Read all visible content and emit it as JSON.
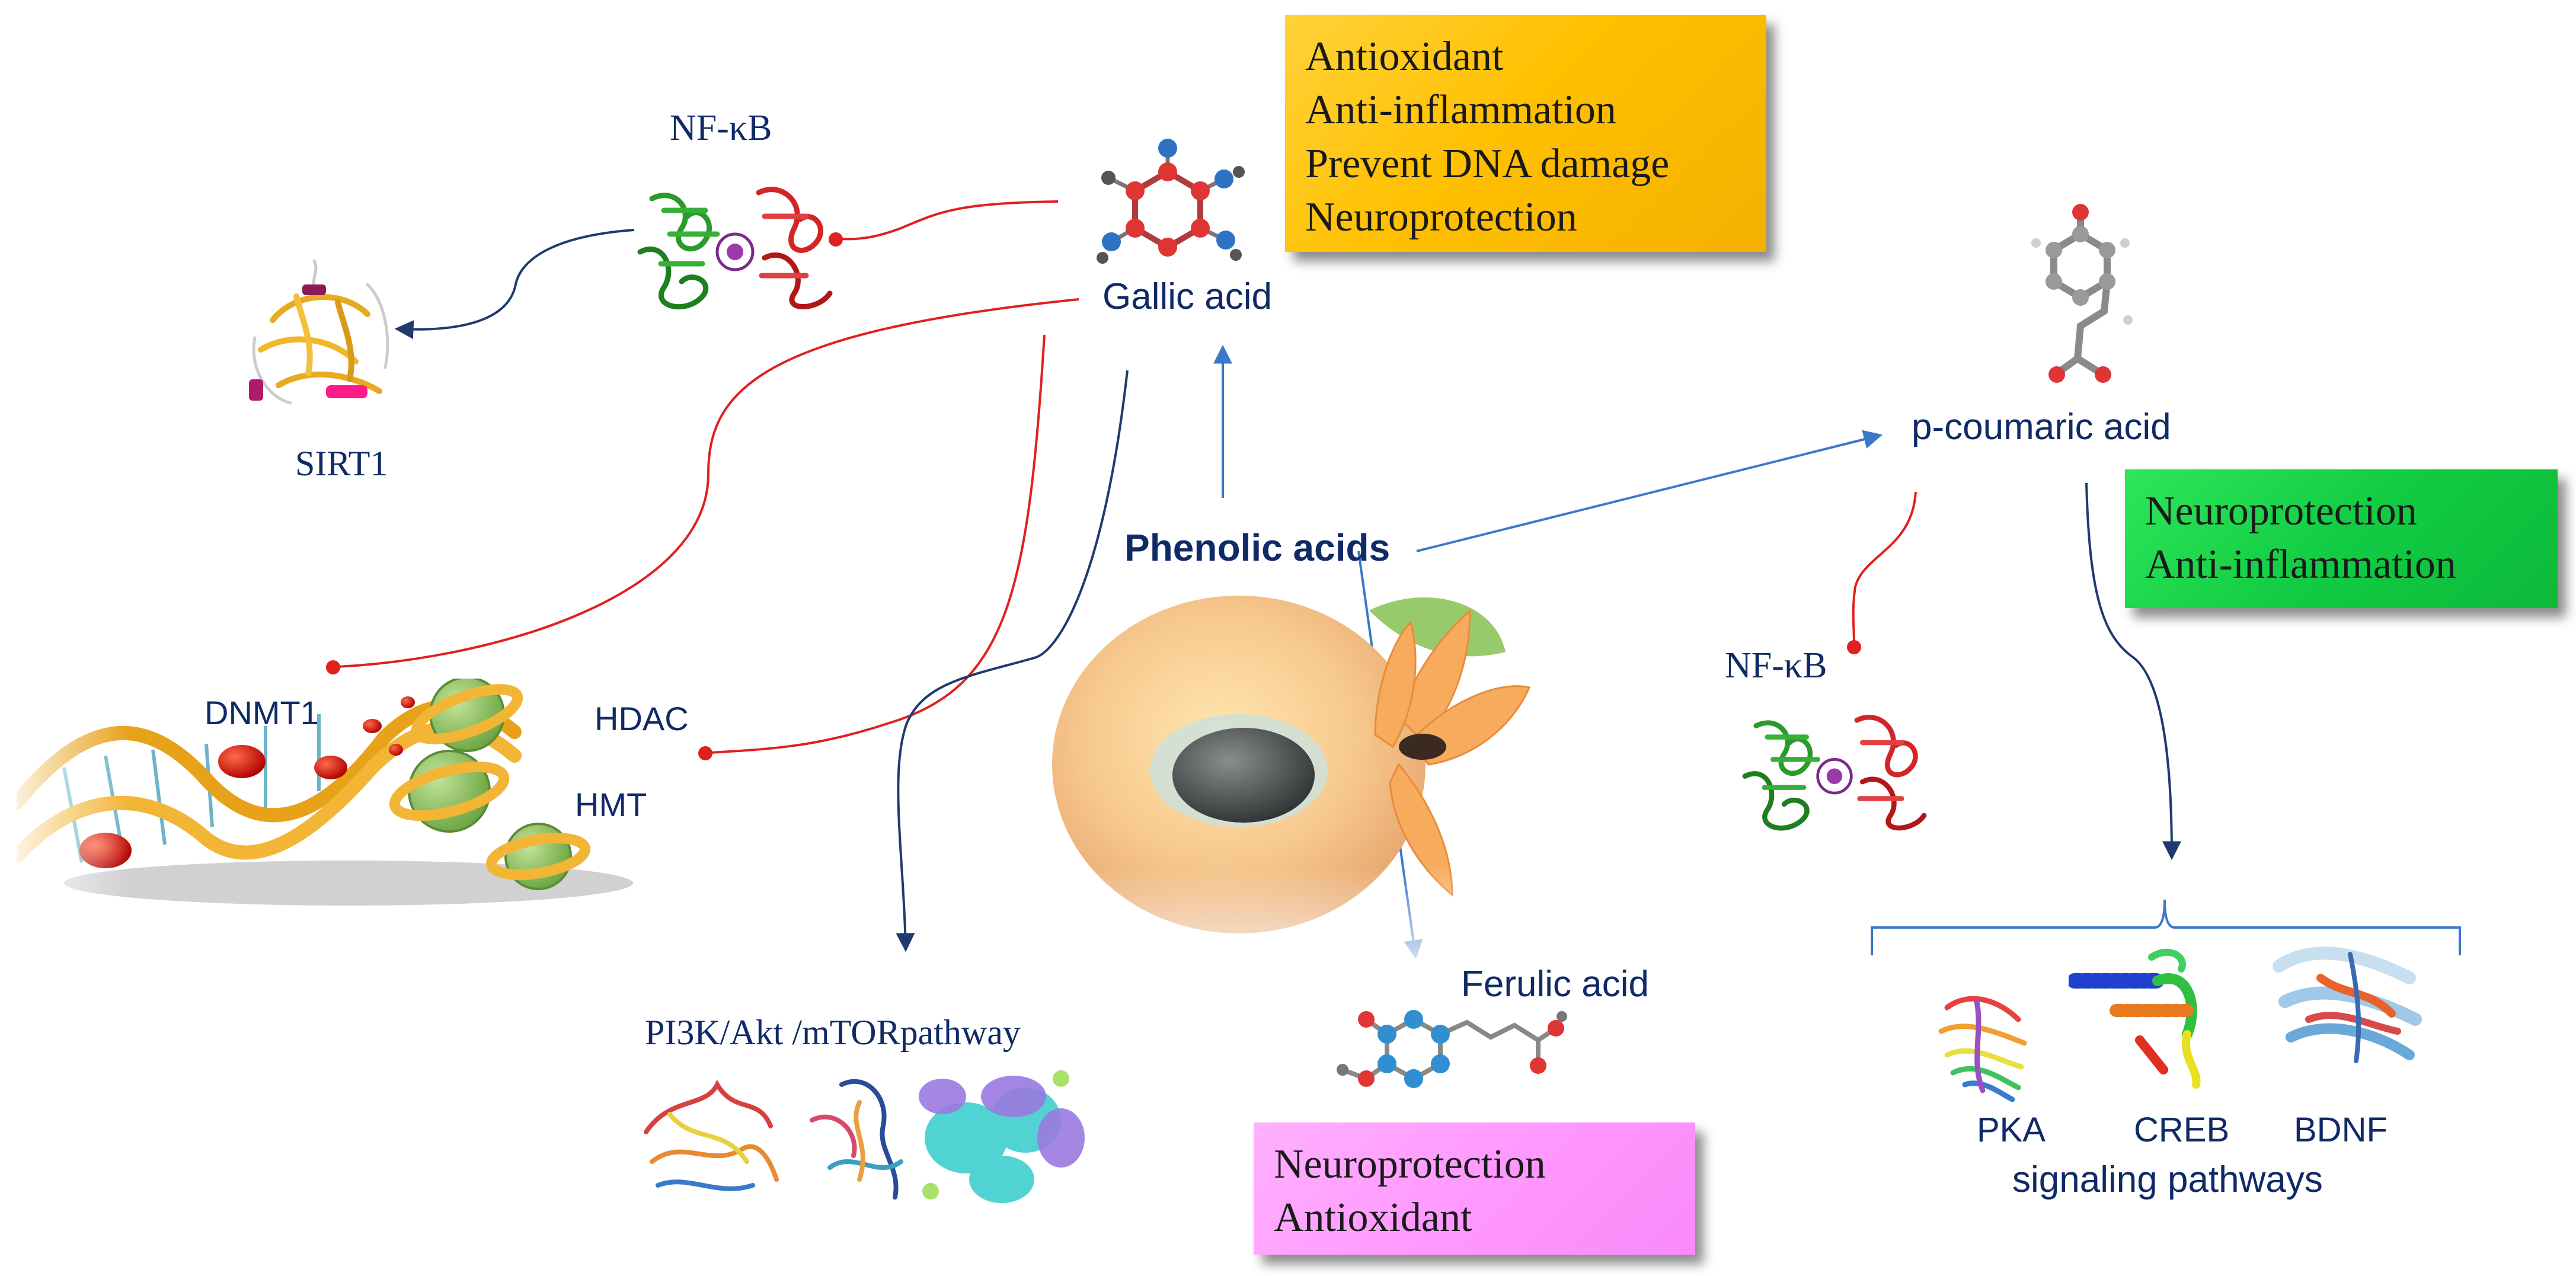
{
  "center": {
    "title": "Phenolic acids"
  },
  "compounds": {
    "gallic": "Gallic acid",
    "coumaric": "p-coumaric acid",
    "ferulic": "Ferulic acid"
  },
  "targets": {
    "nfkb_left": "NF-κB",
    "sirt1": "SIRT1",
    "dnmt1": "DNMT1",
    "hdac": "HDAC",
    "hmt": "HMT",
    "pi3k": "PI3K/Akt /mTORpathway",
    "nfkb_right": "NF-κB",
    "pka": "PKA",
    "creb": "CREB",
    "bdnf": "BDNF",
    "signaling": "signaling pathways"
  },
  "effects": {
    "gallic": [
      "Antioxidant",
      "Anti-inflammation",
      "Prevent DNA damage",
      "Neuroprotection"
    ],
    "coumaric": [
      "Neuroprotection",
      "Anti-inflammation"
    ],
    "ferulic": [
      "Neuroprotection",
      "Antioxidant"
    ]
  },
  "colors": {
    "activation": "#3a78c9",
    "activation_dark": "#1f3a6e",
    "inhibition": "#e02020",
    "label_text": "#0f2a66",
    "box_gallic": "#ffc000",
    "box_coumaric": "#12cc43",
    "box_ferulic": "#ff99ff"
  },
  "icons": {
    "gallic": "gallic-acid-molecule-icon",
    "coumaric": "p-coumaric-acid-molecule-icon",
    "ferulic": "ferulic-acid-molecule-icon",
    "nfkb": "nf-kb-protein-icon",
    "sirt1": "sirt1-protein-icon",
    "dna": "dna-helix-icon",
    "pi3k": "pi3k-akt-mtor-protein-icon",
    "pka": "pka-protein-icon",
    "creb": "creb-protein-icon",
    "bdnf": "bdnf-protein-icon",
    "fruit": "sapodilla-fruit-flower-icon"
  }
}
